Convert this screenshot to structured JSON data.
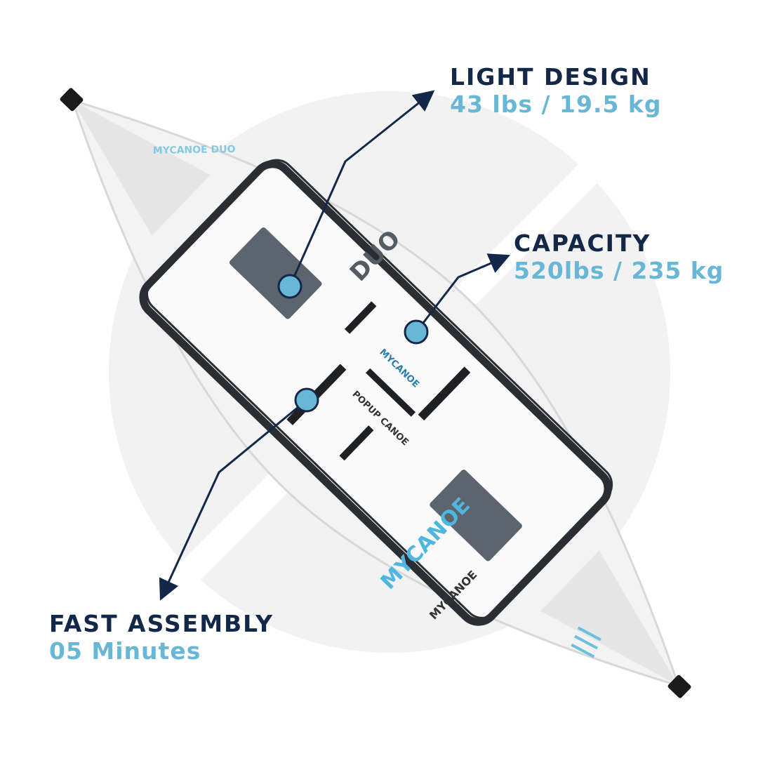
{
  "brand": {
    "hull_logo": "MYCANOE",
    "bow_label": "MYCANOE DUO",
    "deck_model": "DUO",
    "center_logo": "MYCANOE",
    "center_text": "POPUP CANOE",
    "stern_text": "MYCANOE"
  },
  "features": [
    {
      "title": "LIGHT DESIGN",
      "value": "43 lbs / 19.5 kg"
    },
    {
      "title": "CAPACITY",
      "value": "520lbs / 235 kg"
    },
    {
      "title": "FAST ASSEMBLY",
      "value": "05 Minutes"
    }
  ],
  "colors": {
    "title": "#132849",
    "value": "#69b7d6",
    "pointer_line": "#132849",
    "pointer_dot": "#69b7d6",
    "background_shape": "#f2f2f2",
    "hull": "#f3f3f3",
    "frame": "#2a2d33",
    "seat": "#5c646d"
  }
}
